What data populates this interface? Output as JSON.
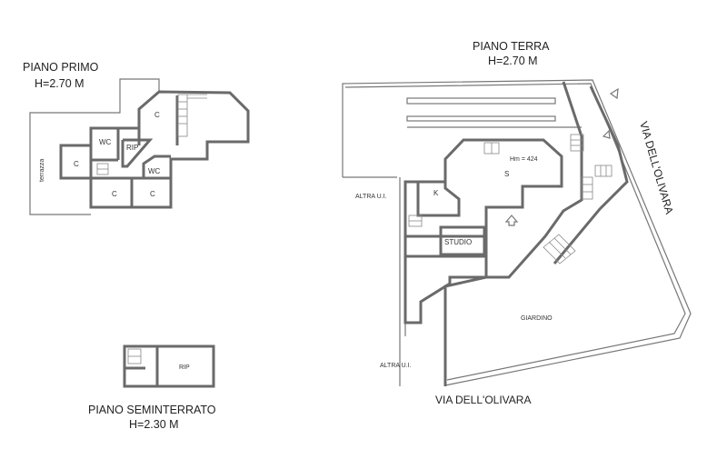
{
  "piano_primo": {
    "title": "PIANO PRIMO",
    "height": "H=2.70 M",
    "terrace_label": "terrazza",
    "rooms": [
      "C",
      "WC",
      "RIP",
      "C",
      "WC",
      "C",
      "C"
    ]
  },
  "piano_terra": {
    "title": "PIANO TERRA",
    "height": "H=2.70 M",
    "street_right": "VIA DELL'OLIVARA",
    "street_bottom": "VIA DELL'OLIVARA",
    "hm": "Hm = 424",
    "rooms": {
      "s": "S",
      "k": "K",
      "studio": "STUDIO",
      "giardino": "GIARDINO",
      "altra_1": "ALTRA U.I.",
      "altra_2": "ALTRA U.I."
    }
  },
  "piano_seminterrato": {
    "title": "PIANO SEMINTERRATO",
    "height": "H=2.30 M",
    "rooms": [
      "RIP"
    ]
  }
}
